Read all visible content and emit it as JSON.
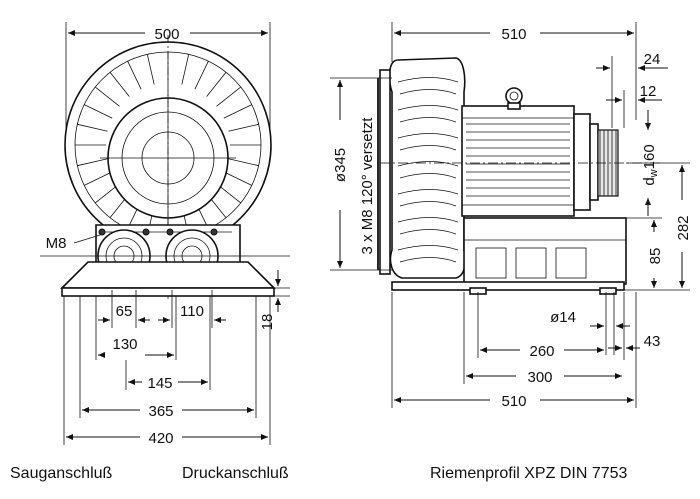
{
  "dimensions": {
    "front_width": "500",
    "flange_thread": "M8",
    "port_dim_65": "65",
    "port_dim_110": "110",
    "base_height": "18",
    "dim_130": "130",
    "dim_145": "145",
    "dim_365": "365",
    "dim_420": "420",
    "side_width_top": "510",
    "dim_24": "24",
    "dim_12": "12",
    "diameter_345": "ø345",
    "bolt_pattern": "3 x M8 120° versetzt",
    "pulley_dia": "160",
    "pulley_dw": "d",
    "pulley_dw_sub": "w",
    "dim_282": "282",
    "dim_85": "85",
    "hole_dia": "ø14",
    "dim_260": "260",
    "dim_43": "43",
    "dim_300": "300",
    "side_width_bottom": "510"
  },
  "captions": {
    "suction": "Sauganschluß",
    "pressure": "Druckanschluß",
    "belt_profile": "Riemenprofil XPZ DIN 7753"
  }
}
